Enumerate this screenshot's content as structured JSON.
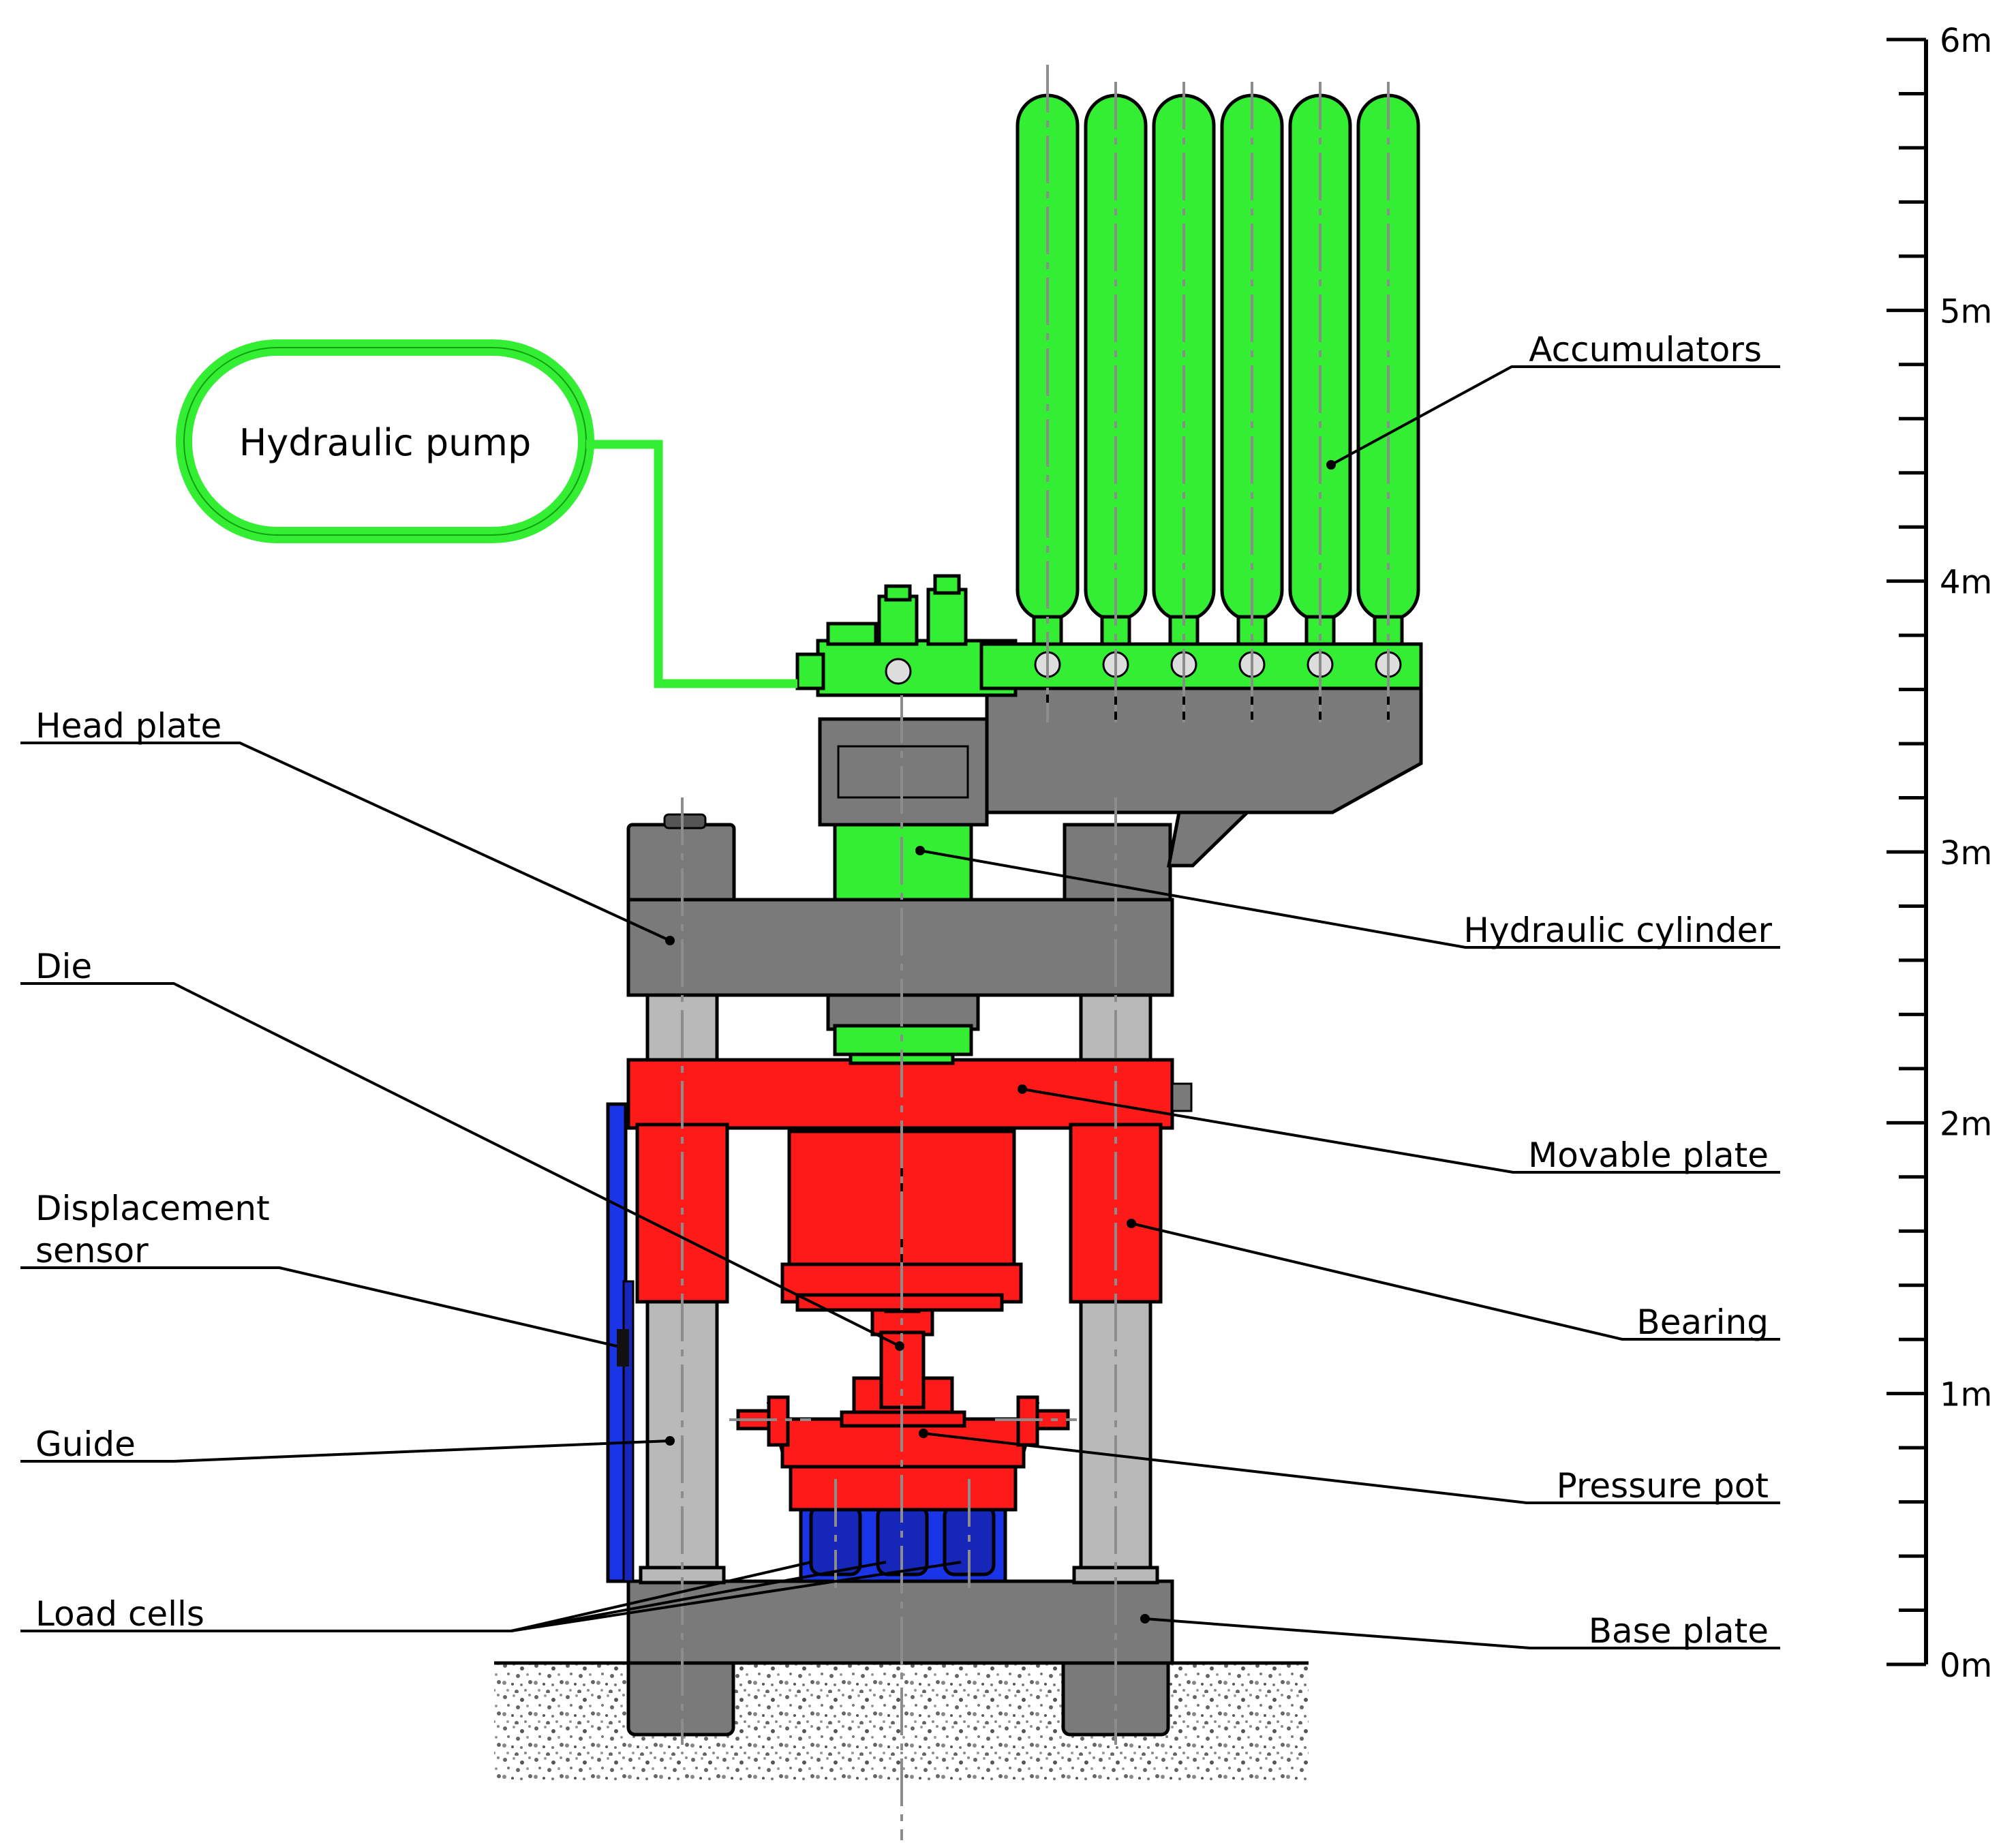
{
  "colors": {
    "green": "#33ee33",
    "red": "#ff1a1a",
    "grey": "#7a7a7a",
    "light_grey": "#b9b9b9",
    "blue": "#1a35e8",
    "blue_dark": "#1526b8"
  },
  "labels": {
    "hydraulic_pump": "Hydraulic pump",
    "accumulators": "Accumulators",
    "head_plate": "Head plate",
    "hydraulic_cylinder": "Hydraulic cylinder",
    "die": "Die",
    "movable_plate": "Movable plate",
    "displacement_sensor_line1": "Displacement",
    "displacement_sensor_line2": "sensor",
    "bearing": "Bearing",
    "guide": "Guide",
    "pressure_pot": "Pressure pot",
    "load_cells": "Load cells",
    "base_plate": "Base plate"
  },
  "scale": {
    "ticks": [
      "0m",
      "1m",
      "2m",
      "3m",
      "4m",
      "5m",
      "6m"
    ]
  }
}
